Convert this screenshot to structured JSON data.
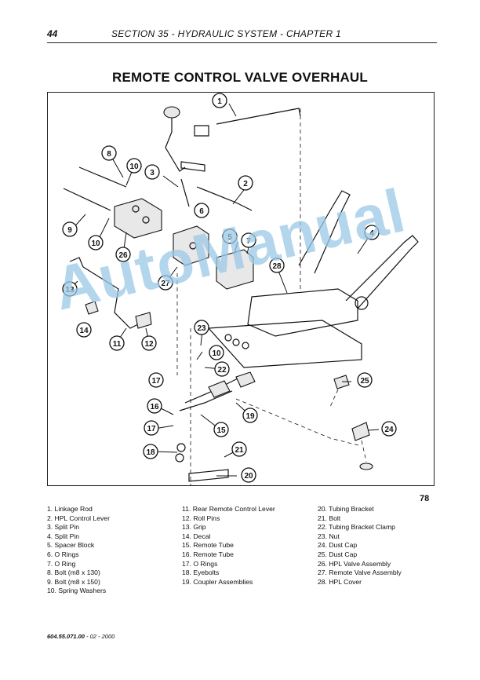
{
  "header": {
    "page_number": "44",
    "section": "SECTION 35 - HYDRAULIC SYSTEM - CHAPTER 1"
  },
  "title": "REMOTE CONTROL VALVE OVERHAUL",
  "figure": {
    "number": "78",
    "watermark": "AutoManual",
    "callouts": [
      "1",
      "2",
      "3",
      "4",
      "5",
      "6",
      "7",
      "8",
      "9",
      "10",
      "10",
      "10",
      "11",
      "12",
      "13",
      "14",
      "15",
      "16",
      "17",
      "17",
      "18",
      "19",
      "20",
      "21",
      "22",
      "23",
      "24",
      "25",
      "26",
      "27",
      "28"
    ]
  },
  "legend": {
    "col1": [
      "1.   Linkage Rod",
      "2.   HPL Control Lever",
      "3.   Split Pin",
      "4.   Split Pin",
      "5.   Spacer Block",
      "6.   O Rings",
      "7.   O Ring",
      "8.   Bolt (m8 x 130)",
      "9.   Bolt (m8 x 150)",
      "10. Spring Washers"
    ],
    "col2": [
      "11.   Rear Remote Control Lever",
      "12.   Roll Pins",
      "13.   Grip",
      "14.   Decal",
      "15.   Remote Tube",
      "16.   Remote Tube",
      "17.   O Rings",
      "18.   Eyebolts",
      "19.   Coupler Assemblies"
    ],
    "col3": [
      "20.   Tubing Bracket",
      "21.   Bolt",
      "22.   Tubing Bracket Clamp",
      "23.   Nut",
      "24.   Dust Cap",
      "25.   Dust Cap",
      "26.   HPL Valve Assembly",
      "27.   Remote Valve Assembly",
      "28.   HPL Cover"
    ]
  },
  "footer": {
    "code": "604.55.071.00",
    "suffix": " - 02 - 2000"
  }
}
